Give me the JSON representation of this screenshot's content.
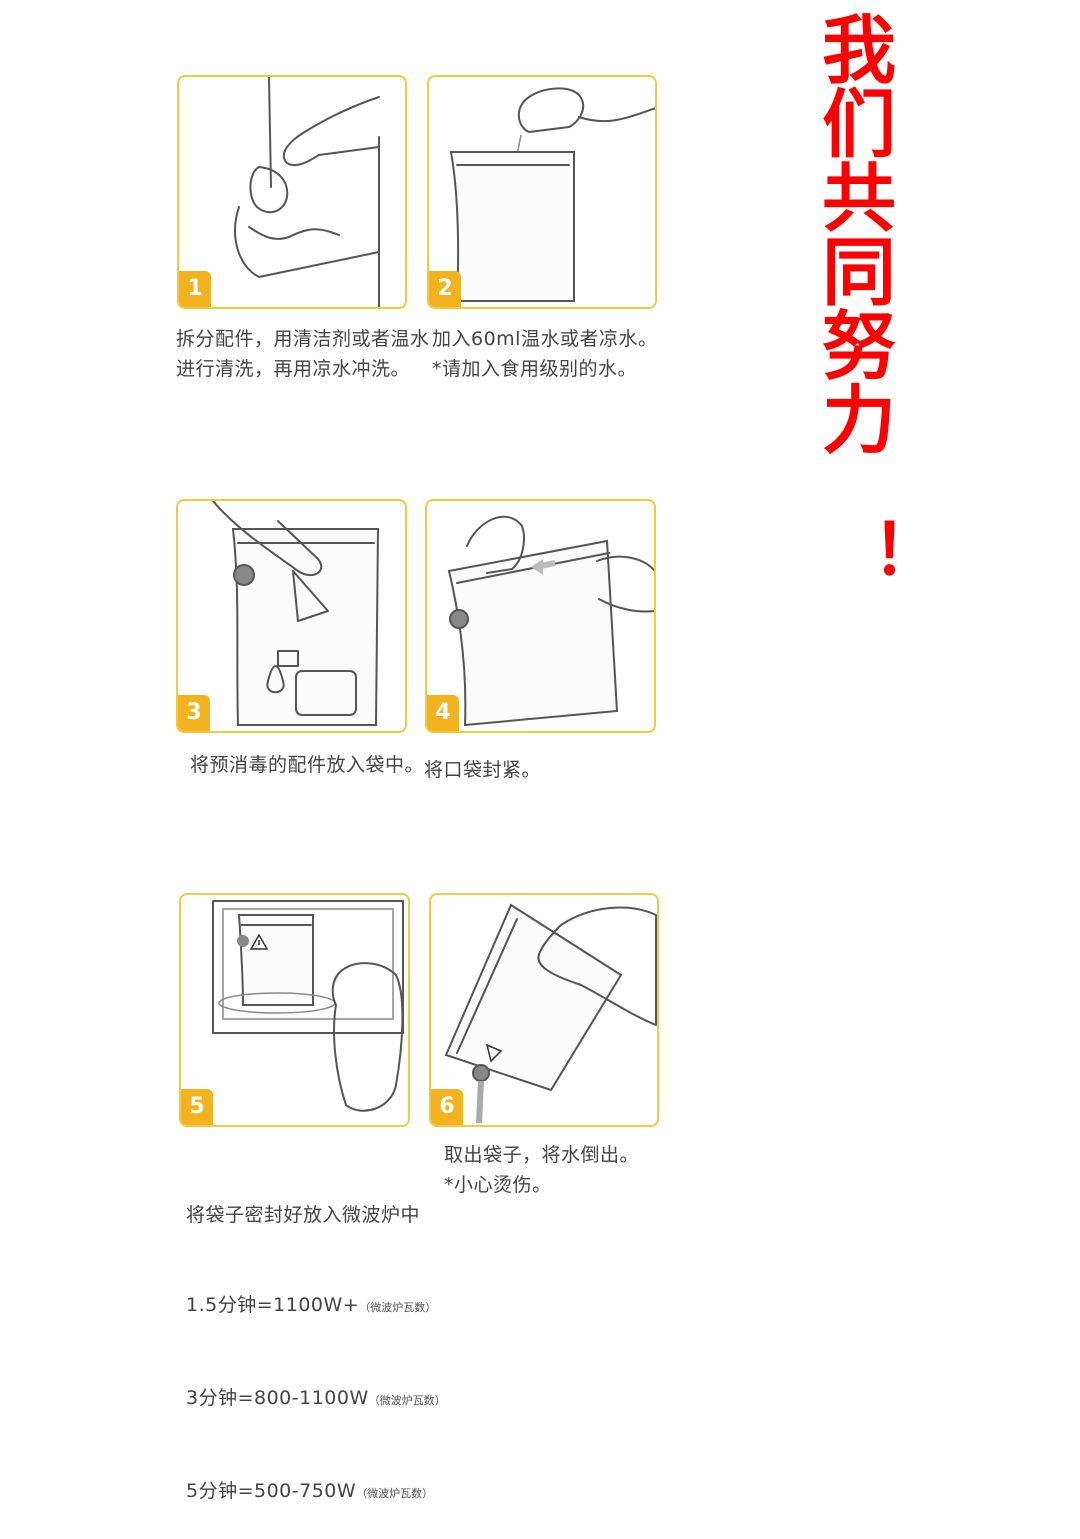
{
  "slogan": {
    "chars": [
      "我",
      "们",
      "共",
      "同",
      "努",
      "力"
    ],
    "exclamation": "！"
  },
  "steps": [
    {
      "num": "1",
      "lines": [
        "拆分配件，用清洁剂或者温水",
        "进行清洗，再用凉水冲洗。"
      ]
    },
    {
      "num": "2",
      "lines": [
        "加入60ml温水或者凉水。",
        "*请加入食用级别的水。"
      ]
    },
    {
      "num": "3",
      "lines": [
        "将预消毒的配件放入袋中。"
      ]
    },
    {
      "num": "4",
      "lines": [
        "将口袋封紧。"
      ]
    },
    {
      "num": "5",
      "title": "将袋子密封好放入微波炉中",
      "timings": [
        {
          "main": "1.5分钟=1100W+",
          "note": "（微波炉瓦数）"
        },
        {
          "main": "3分钟=800-1100W",
          "note": "（微波炉瓦数）"
        },
        {
          "main": "5分钟=500-750W",
          "note": "（微波炉瓦数）"
        }
      ]
    },
    {
      "num": "6",
      "lines": [
        "取出袋子，将水倒出。",
        "*小心烫伤。"
      ]
    }
  ],
  "colors": {
    "accent": "#f2b31e",
    "border": "#f5c842",
    "slogan": "#ff0000"
  },
  "icons": [
    "warning-triangle-icon"
  ]
}
